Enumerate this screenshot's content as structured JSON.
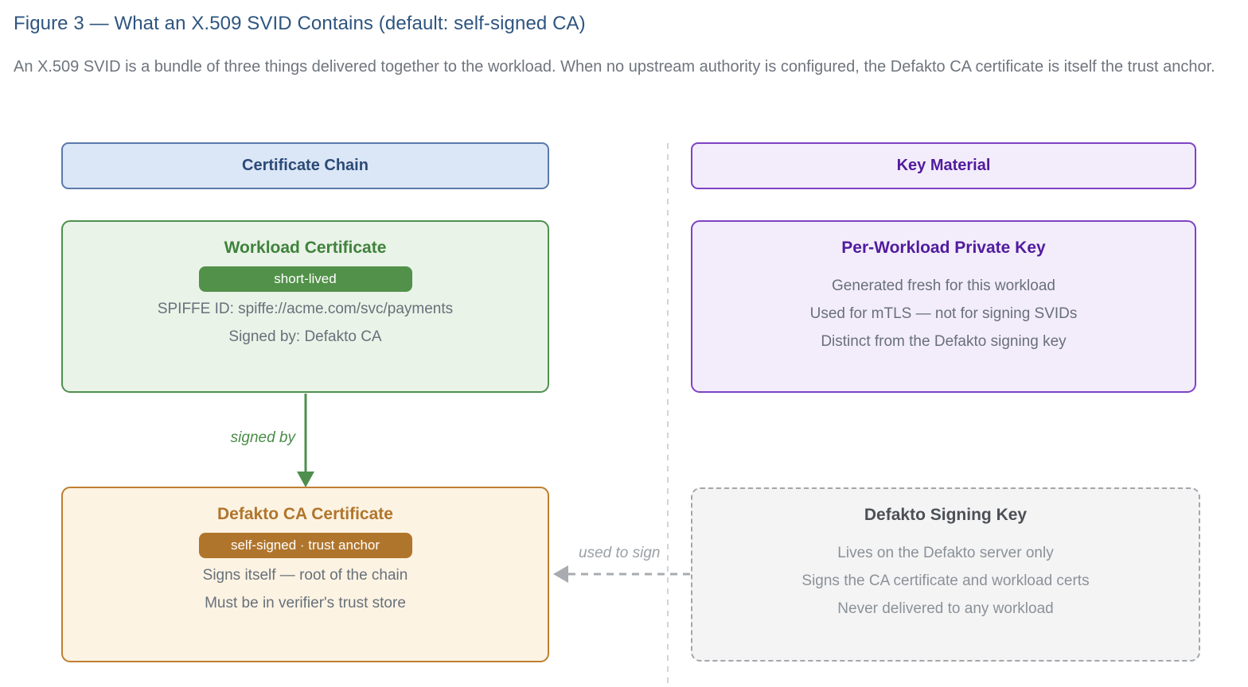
{
  "figure": {
    "title": "Figure 3 — What an X.509 SVID Contains (default: self-signed CA)",
    "subtitle": "An X.509 SVID is a bundle of three things delivered together to the workload. When no upstream authority is configured, the Defakto CA certificate is itself the trust anchor."
  },
  "left_column": {
    "header": "Certificate Chain",
    "workload_box": {
      "title": "Workload Certificate",
      "badge": "short-lived",
      "lines": [
        "SPIFFE ID: spiffe://acme.com/svc/payments",
        "Signed by: Defakto CA"
      ]
    },
    "signed_by_arrow_label": "signed by",
    "ca_box": {
      "title": "Defakto CA Certificate",
      "badge": "self-signed · trust anchor",
      "lines": [
        "Signs itself — root of the chain",
        "Must be in verifier's trust store"
      ]
    }
  },
  "right_column": {
    "header": "Key Material",
    "private_key_box": {
      "title": "Per-Workload Private Key",
      "lines": [
        "Generated fresh for this workload",
        "Used for mTLS — not for signing SVIDs",
        "Distinct from the Defakto signing key"
      ]
    },
    "signing_key_box": {
      "title": "Defakto Signing Key",
      "lines": [
        "Lives on the Defakto server only",
        "Signs the CA certificate and workload certs",
        "Never delivered to any workload"
      ]
    },
    "used_to_sign_arrow_label": "used to sign"
  },
  "colors": {
    "title_blue": "#2e5580",
    "body_gray": "#6e757d",
    "chain_header_bg": "#dbe6f6",
    "chain_header_border": "#5b79ab",
    "green_border": "#4e8f4e",
    "green_bg": "#e9f3e8",
    "green_badge": "#529149",
    "orange_border": "#bf7e30",
    "orange_bg": "#fcf3e3",
    "purple_border": "#7e42c4",
    "purple_bg": "#f3edfb",
    "purple_text": "#511b9e",
    "gray_box_bg": "#f4f4f5",
    "gray_box_border": "#a2a7ac",
    "divider_gray": "#d1d4d7",
    "dashed_arrow_gray": "#a8acb0"
  }
}
